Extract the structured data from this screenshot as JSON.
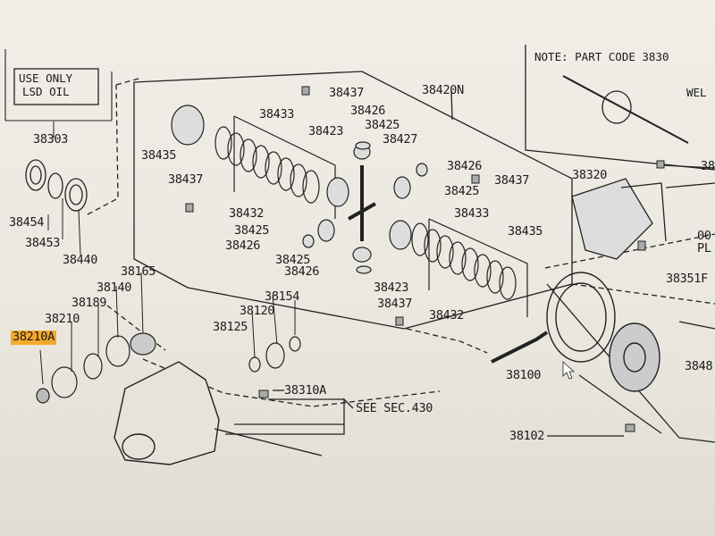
{
  "diagram": {
    "oil_note": {
      "line1": "USE  ONLY",
      "line2": "LSD  OIL"
    },
    "note_text": "NOTE: PART CODE 3830",
    "weld_text": "WEL",
    "see_section": "SEE SEC.430",
    "partial_labels": {
      "p0": "00",
      "p1": "PL",
      "p2": "3848",
      "p3": "38"
    },
    "labels": {
      "l38303": "38303",
      "l38454": "38454",
      "l38453": "38453",
      "l38440": "38440",
      "l38420N": "38420N",
      "l38437a": "38437",
      "l38433a": "38433",
      "l38426a": "38426",
      "l38425a": "38425",
      "l38423a": "38423",
      "l38427": "38427",
      "l38435a": "38435",
      "l38437b": "38437",
      "l38432a": "38432",
      "l38425b": "38425",
      "l38426b": "38426",
      "l38425c": "38425",
      "l38426c": "38426",
      "l38426d": "38426",
      "l38425d": "38425",
      "l38437c": "38437",
      "l38433b": "38433",
      "l38435b": "38435",
      "l38423b": "38423",
      "l38437d": "38437",
      "l38432b": "38432",
      "l38320": "38320",
      "l38351F": "38351F",
      "l38165": "38165",
      "l38140": "38140",
      "l38189": "38189",
      "l38210": "38210",
      "l38210A": "38210A",
      "l38154": "38154",
      "l38120": "38120",
      "l38125": "38125",
      "l38310A": "38310A",
      "l38100": "38100",
      "l38102": "38102"
    }
  }
}
